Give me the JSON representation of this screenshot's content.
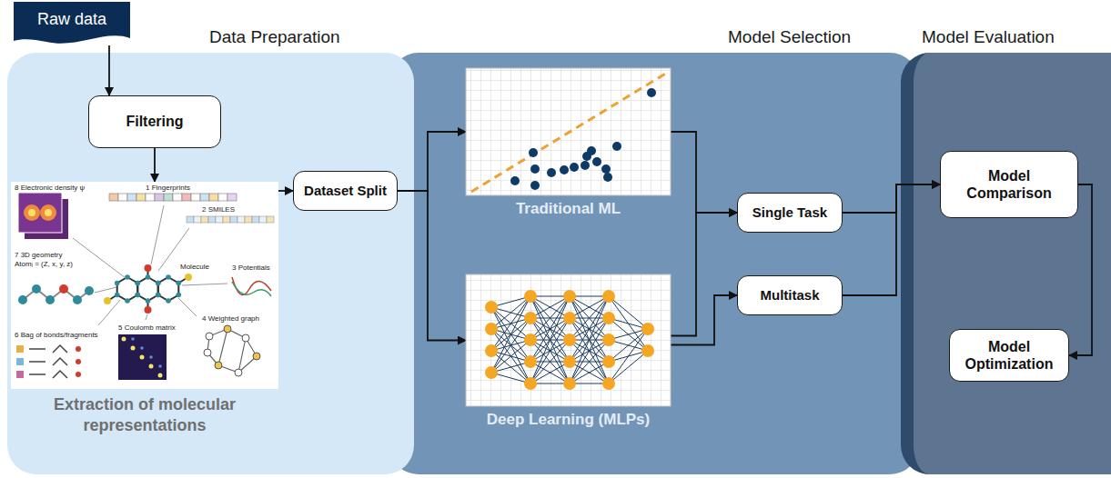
{
  "diagram": {
    "nodes": [
      {
        "text": [
          "Raw data"
        ]
      },
      {
        "text": [
          "Data Preparation"
        ]
      },
      {
        "text": [
          "Filtering"
        ],
        "in": 1
      },
      {
        "text": [
          "Extraction of molecular representations"
        ],
        "in": 1
      },
      {
        "text": [
          "Dataset Split"
        ],
        "in": 1
      },
      {
        "text": [
          "Model Selection"
        ]
      },
      {
        "text": [
          "Traditional ML"
        ],
        "in": 5
      },
      {
        "text": [
          "Deep Learning (MLPs)"
        ],
        "in": 5
      },
      {
        "text": [
          "Single Task"
        ],
        "in": 5
      },
      {
        "text": [
          "Multitask"
        ],
        "in": 5
      },
      {
        "text": [
          "Model Evaluation"
        ]
      },
      {
        "text": [
          "Model Comparison"
        ],
        "in": 10
      },
      {
        "text": [
          "Model Optimization"
        ],
        "in": 10
      }
    ],
    "edges": [
      {
        "from": 0,
        "to": 2,
        "arrow": "to"
      },
      {
        "from": 2,
        "to": 3,
        "arrow": "to"
      },
      {
        "from": 3,
        "to": 4,
        "arrow": "to"
      },
      {
        "from": 4,
        "to": 6,
        "arrow": "to"
      },
      {
        "from": 4,
        "to": 7,
        "arrow": "to"
      },
      {
        "from": 6,
        "to": 8,
        "arrow": "to"
      },
      {
        "from": 7,
        "to": 8,
        "arrow": "to"
      },
      {
        "from": 7,
        "to": 9,
        "arrow": "to"
      },
      {
        "from": 8,
        "to": 11,
        "arrow": "to"
      },
      {
        "from": 9,
        "to": 11,
        "arrow": "to"
      },
      {
        "from": 11,
        "to": 12,
        "arrow": "to"
      }
    ],
    "labels": [
      "8 Electronic density ψ",
      "1 Fingerprints",
      "2 SMILES",
      "3 Potentials",
      "4 Weighted graph",
      "5 Coulomb matrix",
      "6 Bag of bonds/fragments",
      "7 3D geometry",
      "Atomᵢ = (Z, x, y, z)",
      "Molecule"
    ]
  }
}
